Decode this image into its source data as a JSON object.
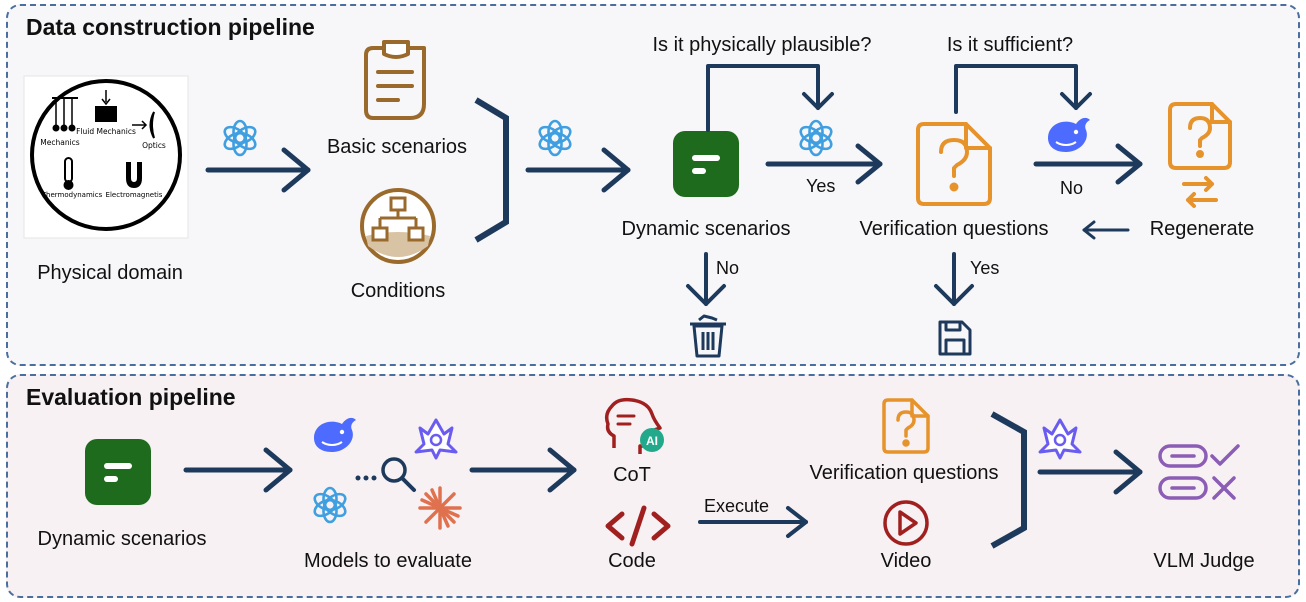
{
  "data_pipeline": {
    "title": "Data construction pipeline",
    "domains": {
      "mechanics": "Mechanics",
      "fluid": "Fluid Mechanics",
      "optics": "Optics",
      "thermo": "Thermodynamics",
      "electro": "Electromagnetis"
    },
    "physical_domain": "Physical domain",
    "basic_scenarios": "Basic scenarios",
    "conditions": "Conditions",
    "dynamic_scenarios": "Dynamic scenarios",
    "verification_questions": "Verification questions",
    "regenerate": "Regenerate",
    "q_plausible": "Is it physically plausible?",
    "q_sufficient": "Is it sufficient?",
    "yes": "Yes",
    "no": "No"
  },
  "eval_pipeline": {
    "title": "Evaluation pipeline",
    "dynamic_scenarios": "Dynamic scenarios",
    "models": "Models to evaluate",
    "cot": "CoT",
    "ai_badge": "AI",
    "code": "Code",
    "execute": "Execute",
    "verification_questions": "Verification questions",
    "video": "Video",
    "vlm_judge": "VLM Judge"
  },
  "colors": {
    "arrow": "#1d3a5c",
    "green": "#1e6b1e",
    "orange": "#e6932c",
    "brown": "#9a6a2c",
    "red": "#a02020",
    "purple": "#8b5db5",
    "blue_whale": "#4d6bfe",
    "openai_blue": "#3f9fe0"
  }
}
